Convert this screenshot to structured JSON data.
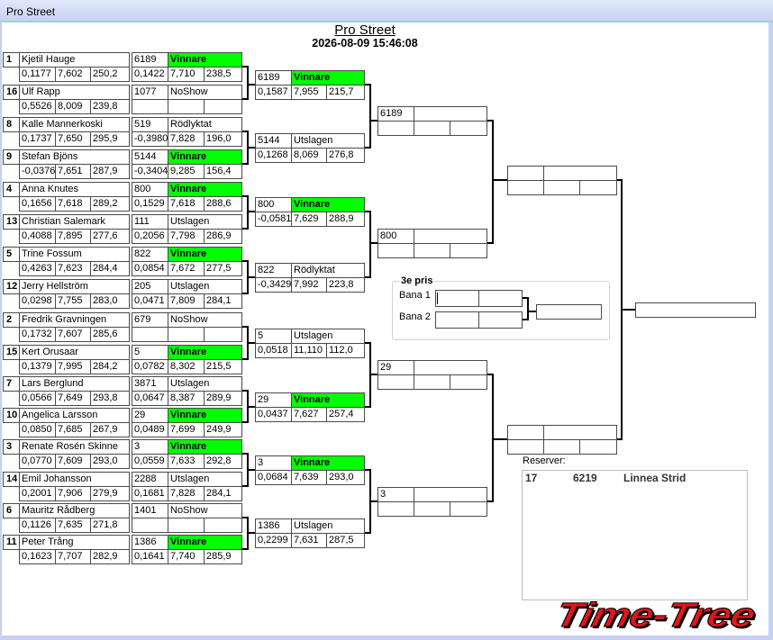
{
  "window": {
    "title": "Pro Street"
  },
  "header": {
    "title": "Pro Street",
    "datetime": "2026-08-09 15:46:08"
  },
  "colors": {
    "winner_highlight": "#00ff00",
    "logo_red": "#e1151c"
  },
  "round1": [
    {
      "seed": "1",
      "name": "Kjetil Hauge",
      "qualifying": [
        "0,1177",
        "7,602",
        "250,2"
      ],
      "car": "6189",
      "status": "Vinnare",
      "winner": true,
      "result": [
        "0,1422",
        "7,710",
        "238,5"
      ]
    },
    {
      "seed": "16",
      "name": "Ulf Rapp",
      "qualifying": [
        "0,5526",
        "8,009",
        "239,8"
      ],
      "car": "1077",
      "status": "NoShow",
      "winner": false,
      "result": [
        "",
        "",
        ""
      ]
    },
    {
      "seed": "8",
      "name": "Kalle Mannerkoski",
      "qualifying": [
        "0,1737",
        "7,650",
        "295,9"
      ],
      "car": "519",
      "status": "Rödlyktat",
      "winner": false,
      "result": [
        "-0,3980",
        "7,828",
        "196,0"
      ]
    },
    {
      "seed": "9",
      "name": "Stefan Bjöns",
      "qualifying": [
        "-0,0376",
        "7,651",
        "287,9"
      ],
      "car": "5144",
      "status": "Vinnare",
      "winner": true,
      "result": [
        "-0,3404",
        "9,285",
        "156,4"
      ]
    },
    {
      "seed": "4",
      "name": "Anna Knutes",
      "qualifying": [
        "0,1656",
        "7,618",
        "289,2"
      ],
      "car": "800",
      "status": "Vinnare",
      "winner": true,
      "result": [
        "0,1529",
        "7,618",
        "288,6"
      ]
    },
    {
      "seed": "13",
      "name": "Christian Salemark",
      "qualifying": [
        "0,4088",
        "7,895",
        "277,6"
      ],
      "car": "111",
      "status": "Utslagen",
      "winner": false,
      "result": [
        "0,2056",
        "7,798",
        "286,9"
      ]
    },
    {
      "seed": "5",
      "name": "Trine Fossum",
      "qualifying": [
        "0,4263",
        "7,623",
        "284,4"
      ],
      "car": "822",
      "status": "Vinnare",
      "winner": true,
      "result": [
        "0,0854",
        "7,672",
        "277,5"
      ]
    },
    {
      "seed": "12",
      "name": "Jerry Hellström",
      "qualifying": [
        "0,0298",
        "7,755",
        "283,0"
      ],
      "car": "205",
      "status": "Utslagen",
      "winner": false,
      "result": [
        "0,0471",
        "7,809",
        "284,1"
      ]
    },
    {
      "seed": "2",
      "name": "Fredrik Gravningen",
      "qualifying": [
        "0,1732",
        "7,607",
        "285,6"
      ],
      "car": "679",
      "status": "NoShow",
      "winner": false,
      "result": [
        "",
        "",
        ""
      ]
    },
    {
      "seed": "15",
      "name": "Kert Orusaar",
      "qualifying": [
        "0,1379",
        "7,995",
        "284,2"
      ],
      "car": "5",
      "status": "Vinnare",
      "winner": true,
      "result": [
        "0,0782",
        "8,302",
        "215,5"
      ]
    },
    {
      "seed": "7",
      "name": "Lars Berglund",
      "qualifying": [
        "0,0566",
        "7,649",
        "293,8"
      ],
      "car": "3871",
      "status": "Utslagen",
      "winner": false,
      "result": [
        "0,0647",
        "8,387",
        "289,9"
      ]
    },
    {
      "seed": "10",
      "name": "Angelica Larsson",
      "qualifying": [
        "0,0850",
        "7,685",
        "267,9"
      ],
      "car": "29",
      "status": "Vinnare",
      "winner": true,
      "result": [
        "0,0489",
        "7,699",
        "249,9"
      ]
    },
    {
      "seed": "3",
      "name": "Renate Rosén Skinne",
      "qualifying": [
        "0,0770",
        "7,609",
        "293,0"
      ],
      "car": "3",
      "status": "Vinnare",
      "winner": true,
      "result": [
        "0,0559",
        "7,633",
        "292,8"
      ]
    },
    {
      "seed": "14",
      "name": "Emil Johansson",
      "qualifying": [
        "0,2001",
        "7,906",
        "279,9"
      ],
      "car": "2288",
      "status": "Utslagen",
      "winner": false,
      "result": [
        "0,1681",
        "7,828",
        "284,1"
      ]
    },
    {
      "seed": "6",
      "name": "Mauritz Rådberg",
      "qualifying": [
        "0,1126",
        "7,635",
        "271,8"
      ],
      "car": "1401",
      "status": "NoShow",
      "winner": false,
      "result": [
        "",
        "",
        ""
      ]
    },
    {
      "seed": "11",
      "name": "Peter Trång",
      "qualifying": [
        "0,1623",
        "7,707",
        "282,9"
      ],
      "car": "1386",
      "status": "Vinnare",
      "winner": true,
      "result": [
        "0,1641",
        "7,740",
        "285,9"
      ]
    }
  ],
  "round2": [
    {
      "car": "6189",
      "status": "Vinnare",
      "winner": true,
      "result": [
        "0,1587",
        "7,955",
        "215,7"
      ]
    },
    {
      "car": "5144",
      "status": "Utslagen",
      "winner": false,
      "result": [
        "0,1268",
        "8,069",
        "276,8"
      ]
    },
    {
      "car": "800",
      "status": "Vinnare",
      "winner": true,
      "result": [
        "-0,0581",
        "7,629",
        "288,9"
      ]
    },
    {
      "car": "822",
      "status": "Rödlyktat",
      "winner": false,
      "result": [
        "-0,3429",
        "7,992",
        "223,8"
      ]
    },
    {
      "car": "5",
      "status": "Utslagen",
      "winner": false,
      "result": [
        "0,0518",
        "11,110",
        "112,0"
      ]
    },
    {
      "car": "29",
      "status": "Vinnare",
      "winner": true,
      "result": [
        "0,0437",
        "7,627",
        "257,4"
      ]
    },
    {
      "car": "3",
      "status": "Vinnare",
      "winner": true,
      "result": [
        "0,0684",
        "7,639",
        "293,0"
      ]
    },
    {
      "car": "1386",
      "status": "Utslagen",
      "winner": false,
      "result": [
        "0,2299",
        "7,631",
        "287,5"
      ]
    }
  ],
  "round3": [
    {
      "car": "6189",
      "status": "",
      "winner": false,
      "result": [
        "",
        "",
        ""
      ]
    },
    {
      "car": "800",
      "status": "",
      "winner": false,
      "result": [
        "",
        "",
        ""
      ]
    },
    {
      "car": "29",
      "status": "",
      "winner": false,
      "result": [
        "",
        "",
        ""
      ]
    },
    {
      "car": "3",
      "status": "",
      "winner": false,
      "result": [
        "",
        "",
        ""
      ]
    }
  ],
  "round4": [
    {
      "car": "",
      "status": "",
      "winner": false,
      "result": [
        "",
        "",
        ""
      ]
    },
    {
      "car": "",
      "status": "",
      "winner": false,
      "result": [
        "",
        "",
        ""
      ]
    }
  ],
  "final": {
    "car": ""
  },
  "third_place": {
    "title": "3e pris",
    "lanes": [
      {
        "label": "Bana 1",
        "car": "",
        "status": ""
      },
      {
        "label": "Bana 2",
        "car": "",
        "status": ""
      }
    ],
    "winner": ""
  },
  "reserves": {
    "label": "Reserver:",
    "rows": [
      {
        "number": "17",
        "car": "6219",
        "name": "Linnea Strid"
      }
    ]
  },
  "logo": {
    "text": "Time-Tree"
  }
}
